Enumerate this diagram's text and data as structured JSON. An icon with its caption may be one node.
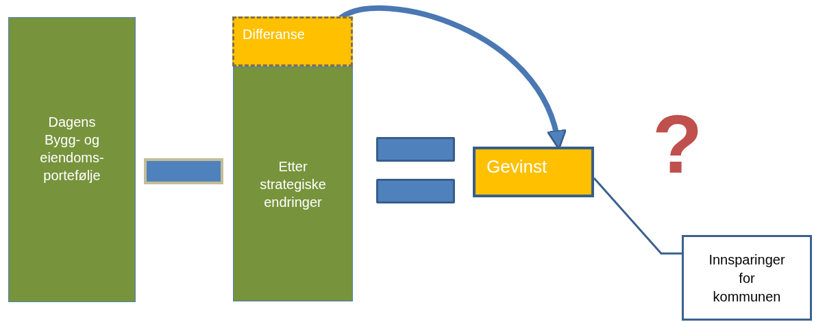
{
  "diagram": {
    "nodes": [
      {
        "text": [
          "Dagens Bygg- og eiendoms-portefølje"
        ]
      },
      {
        "text": [],
        "shape": "bar"
      },
      {
        "text": [
          "Differanse"
        ]
      },
      {
        "text": [
          "Etter strategiske endringer"
        ]
      },
      {
        "text": [],
        "shape": "bar"
      },
      {
        "text": [],
        "shape": "bar"
      },
      {
        "text": [
          "Gevinst"
        ]
      },
      {
        "text": [
          "Innsparinger for kommunen"
        ]
      }
    ],
    "edges": [
      {
        "from": 2,
        "to": 6,
        "arrow": "to",
        "style": "thick"
      },
      {
        "from": 7,
        "to": 6,
        "arrow": "none"
      }
    ],
    "labels": [
      "?"
    ]
  }
}
